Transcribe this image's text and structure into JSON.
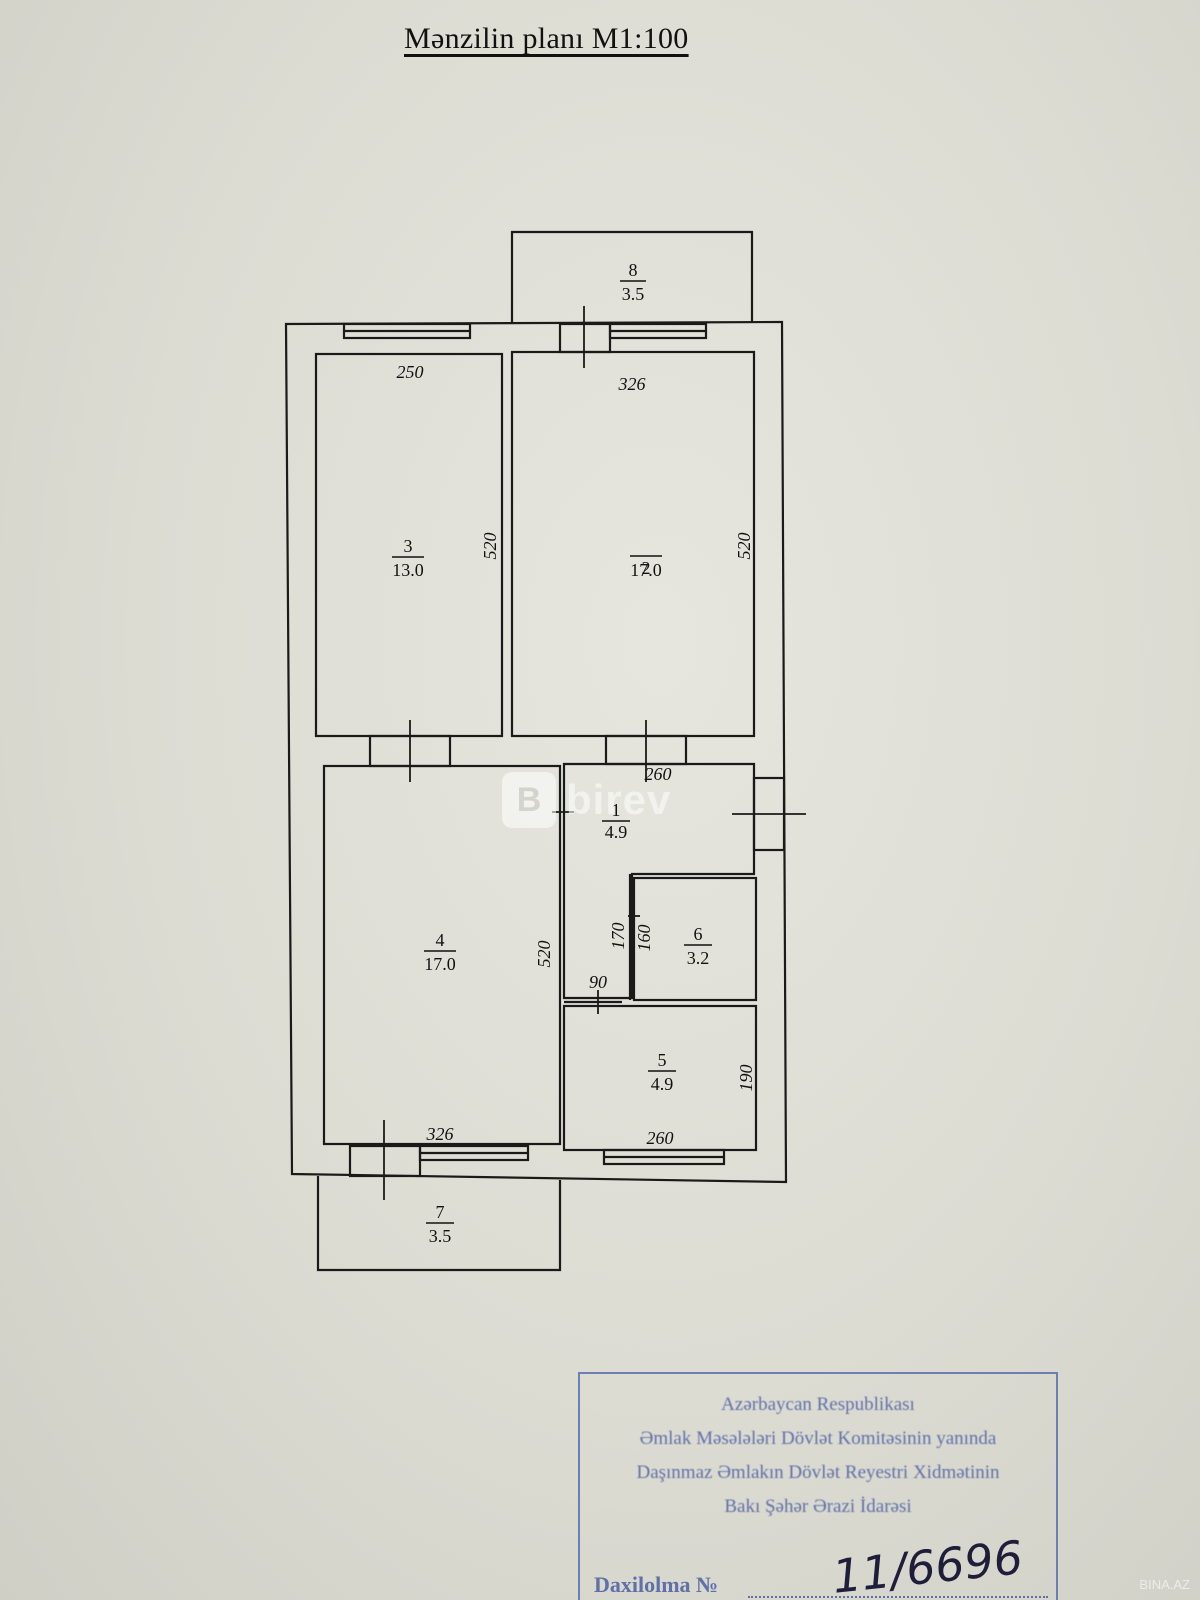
{
  "title": "Mənzilin planı M1:100",
  "rooms": [
    {
      "id": "room-1",
      "number": "1",
      "area": "4.9"
    },
    {
      "id": "room-2",
      "number": "2",
      "area": "17.0"
    },
    {
      "id": "room-3",
      "number": "3",
      "area": "13.0"
    },
    {
      "id": "room-4",
      "number": "4",
      "area": "17.0"
    },
    {
      "id": "room-5",
      "number": "5",
      "area": "4.9"
    },
    {
      "id": "room-6",
      "number": "6",
      "area": "3.2"
    },
    {
      "id": "room-7",
      "number": "7",
      "area": "3.5"
    },
    {
      "id": "room-8",
      "number": "8",
      "area": "3.5"
    }
  ],
  "dimensions": {
    "room3_width": "250",
    "room3_length": "520",
    "room2_width": "326",
    "room2_length": "520",
    "room1_width": "260",
    "room4_length": "520",
    "room4_width": "326",
    "room6_a": "170",
    "room6_b": "160",
    "room6_c": "90",
    "room5_length": "190",
    "room5_width": "260"
  },
  "watermark": {
    "logo": "B",
    "text": "birev"
  },
  "stamp": {
    "line1": "Azərbaycan Respublikası",
    "line2": "Əmlak Məsələləri Dövlət Komitəsinin yanında",
    "line3": "Daşınmaz Əmlakın Dövlət Reyestri Xidmətinin",
    "line4": "Bakı Şəhər Ərazi İdarəsi",
    "registration_label": "Daxilolma №",
    "registration_number": "11/6696"
  },
  "corner_mark": "BINA.AZ"
}
